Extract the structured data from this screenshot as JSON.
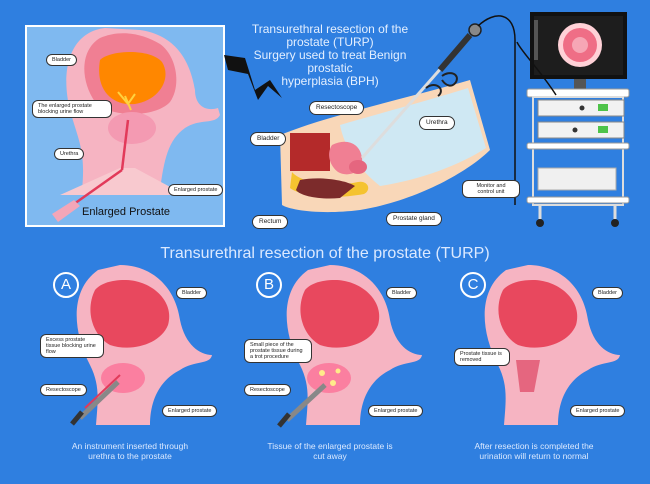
{
  "top_title": [
    "Transurethral resection of the prostate (TURP)",
    "Surgery used to treat Benign prostatic",
    "hyperplasia (BPH)"
  ],
  "inset": {
    "title": "Enlarged Prostate",
    "labels": {
      "bladder": "Bladder",
      "blocking": "The enlarged prostate blocking urine flow",
      "urethra": "Urethra",
      "enlarged": "Enlarged prostate"
    }
  },
  "procedure": {
    "labels": {
      "resectoscope": "Resectoscope",
      "urethra": "Urethra",
      "bladder": "Bladder",
      "rectum": "Rectum",
      "prostate_gland": "Prostate gland",
      "monitor": "Monitor and control unit"
    }
  },
  "section_title": "Transurethral resection of the prostate (TURP)",
  "steps": [
    {
      "letter": "A",
      "caption": [
        "An instrument inserted through",
        "urethra to the prostate"
      ],
      "labels": {
        "bladder": "Bladder",
        "note": "Excess prostate tissue blocking urine flow",
        "tool": "Resectoscope",
        "enlarged": "Enlarged prostate"
      }
    },
    {
      "letter": "B",
      "caption": [
        "Tissue of the enlarged prostate is",
        "cut away"
      ],
      "labels": {
        "bladder": "Bladder",
        "note": "Small piece of the prostate tissue during a trot procedure",
        "tool": "Resectoscope",
        "enlarged": "Enlarged prostate"
      }
    },
    {
      "letter": "C",
      "caption": [
        "After resection is completed the",
        "urination will return to normal"
      ],
      "labels": {
        "bladder": "Bladder",
        "note": "Prostate tissue is removed",
        "enlarged": "Enlarged prostate"
      }
    }
  ],
  "colors": {
    "background": "#2f7fe0",
    "inset_bg": "#7fb9f0",
    "bladder_outer": "#f6a5b6",
    "bladder_inner": "#e8485e",
    "prostate": "#fb7fa0",
    "skin": "#f8c9cf"
  }
}
